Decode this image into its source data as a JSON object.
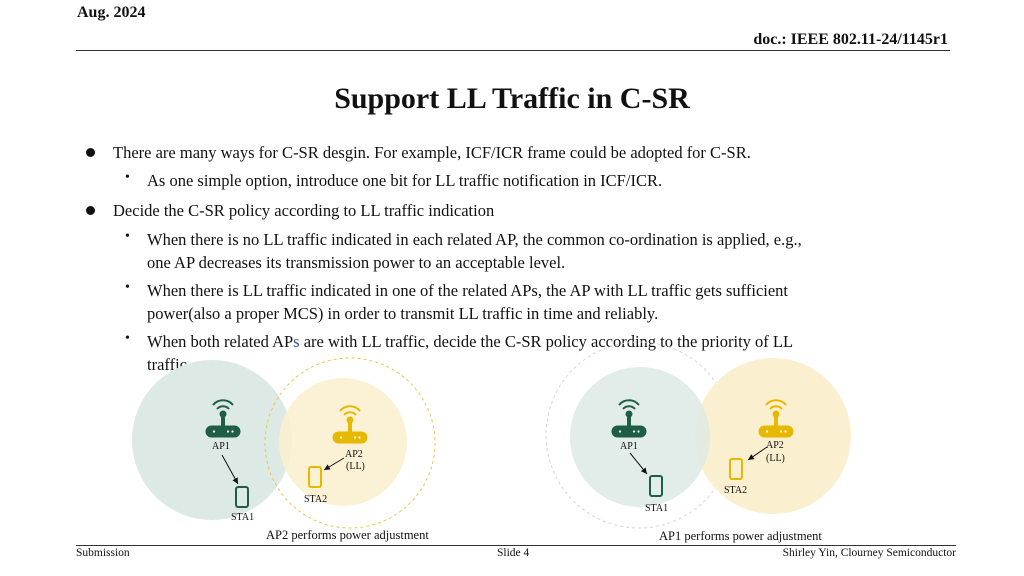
{
  "header": {
    "date": "Aug. 2024",
    "doc_id": "doc.: IEEE 802.11-24/1145r1"
  },
  "title": "Support LL Traffic in C-SR",
  "bullets": [
    {
      "text": "There are many ways for C-SR desgin. For example, ICF/ICR frame could be adopted for C-SR.",
      "subs": [
        {
          "text": "As one simple option, introduce one bit for LL traffic notification in ICF/ICR."
        }
      ]
    },
    {
      "text": "Decide the C-SR policy according to LL traffic indication",
      "subs": [
        {
          "line1": "When there is no LL traffic indicated in each related AP, the common co-ordination is applied, e.g.,",
          "line2": "one AP decreases its transmission power to an acceptable level."
        },
        {
          "line1": "When there is LL traffic indicated in one of the related APs, the AP with LL traffic gets sufficient",
          "line2": "power(also a proper MCS) in order to transmit LL traffic in time and reliably."
        },
        {
          "line1_a": "When both related AP",
          "line1_b": "s",
          "line1_c": " are with LL traffic, decide the C-SR policy according to the priority of LL",
          "line2": "traffic."
        }
      ]
    }
  ],
  "diagrams": [
    {
      "ap1": "AP1",
      "ap2_l1": "AP2",
      "ap2_l2": "(LL)",
      "sta1": "STA1",
      "sta2": "STA2",
      "caption": "AP2 performs power adjustment"
    },
    {
      "ap1": "AP1",
      "ap2_l1": "AP2",
      "ap2_l2": "(LL)",
      "sta1": "STA1",
      "sta2": "STA2",
      "caption": "AP1 performs power adjustment"
    }
  ],
  "footer": {
    "left": "Submission",
    "center": "Slide 4",
    "right": "Shirley Yin, Clourney Semiconductor"
  },
  "colors": {
    "ap1_coverage": "#dde9e4",
    "ap2_coverage": "#faf0cf",
    "ap1_device": "#1f5e46",
    "ap2_device": "#e6b800"
  }
}
